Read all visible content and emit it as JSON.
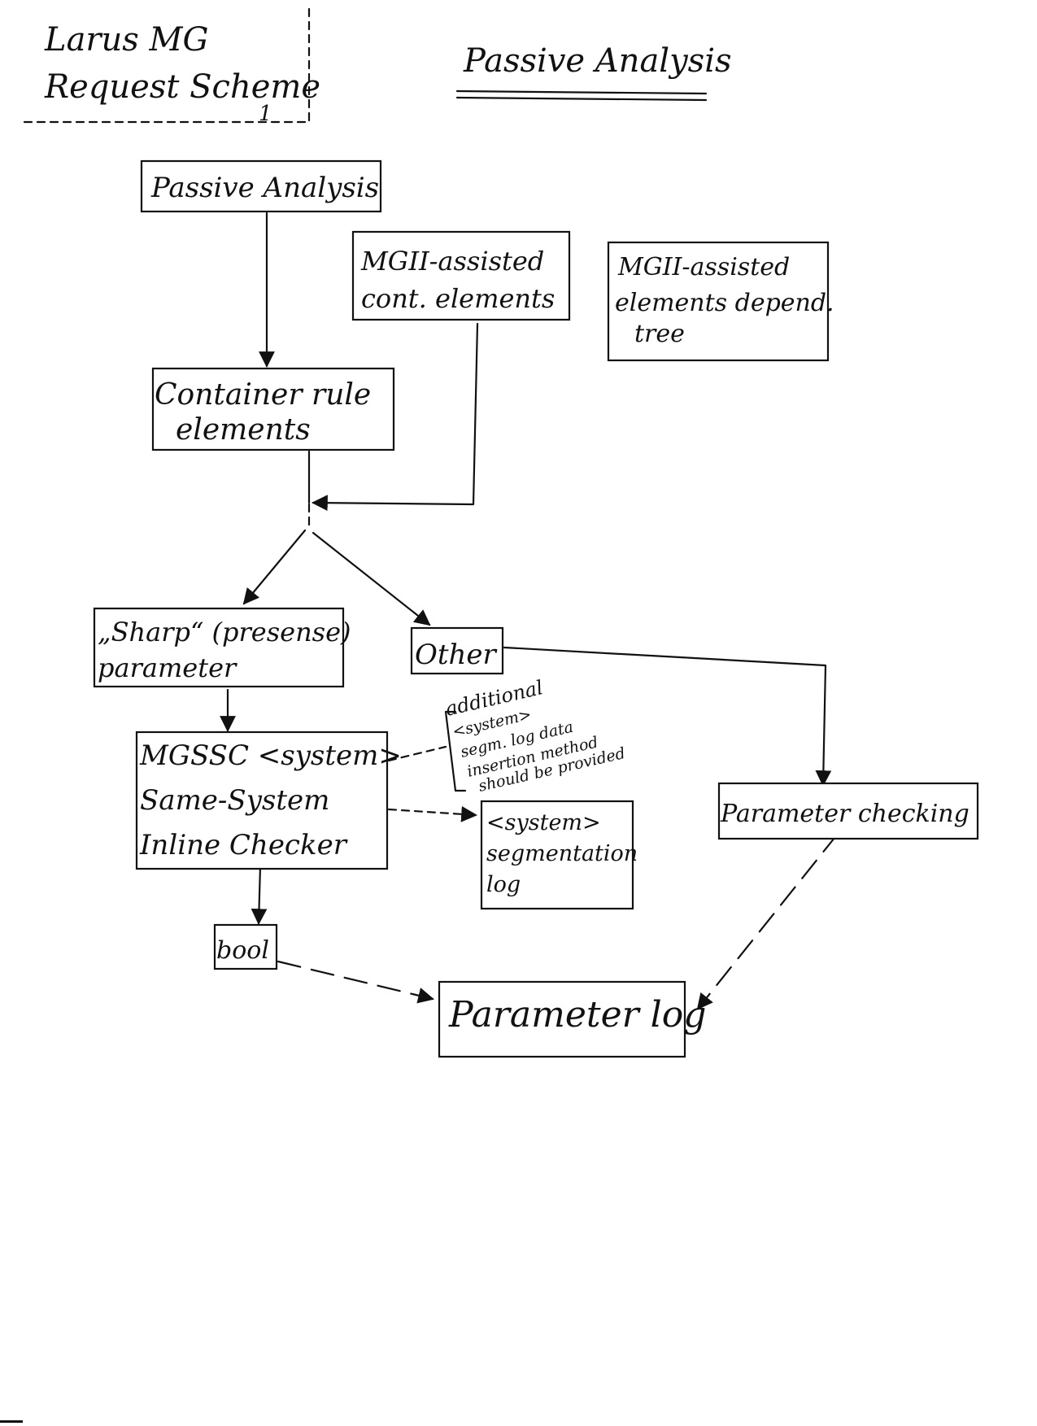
{
  "header": {
    "scheme_title": [
      "Larus MG",
      "Request Scheme"
    ],
    "scheme_number": "1",
    "page_title": "Passive Analysis"
  },
  "nodes": {
    "passive_analysis": [
      "Passive Analysis"
    ],
    "mgii_cont": [
      "MGII-assisted",
      "cont. elements"
    ],
    "mgii_dep": [
      "MGII-assisted",
      "elements depend.",
      "tree"
    ],
    "container_rule": [
      "Container rule",
      "elements"
    ],
    "sharp_param": [
      "„Sharp“ (presense)",
      "parameter"
    ],
    "other": [
      "Other"
    ],
    "mgssc": [
      "MGSSC <system>",
      "Same-System",
      "Inline Checker"
    ],
    "seg_log": [
      "<system>",
      "segmentation",
      "log"
    ],
    "bool": [
      "bool"
    ],
    "param_checking": [
      "Parameter checking"
    ],
    "param_log": [
      "Parameter log"
    ]
  },
  "annotations": {
    "mgssc_note": [
      "additional",
      "<system>",
      "segm. log data",
      "insertion method",
      "should be provided"
    ]
  },
  "colors": {
    "ink": "#111111",
    "paper": "#ffffff"
  }
}
